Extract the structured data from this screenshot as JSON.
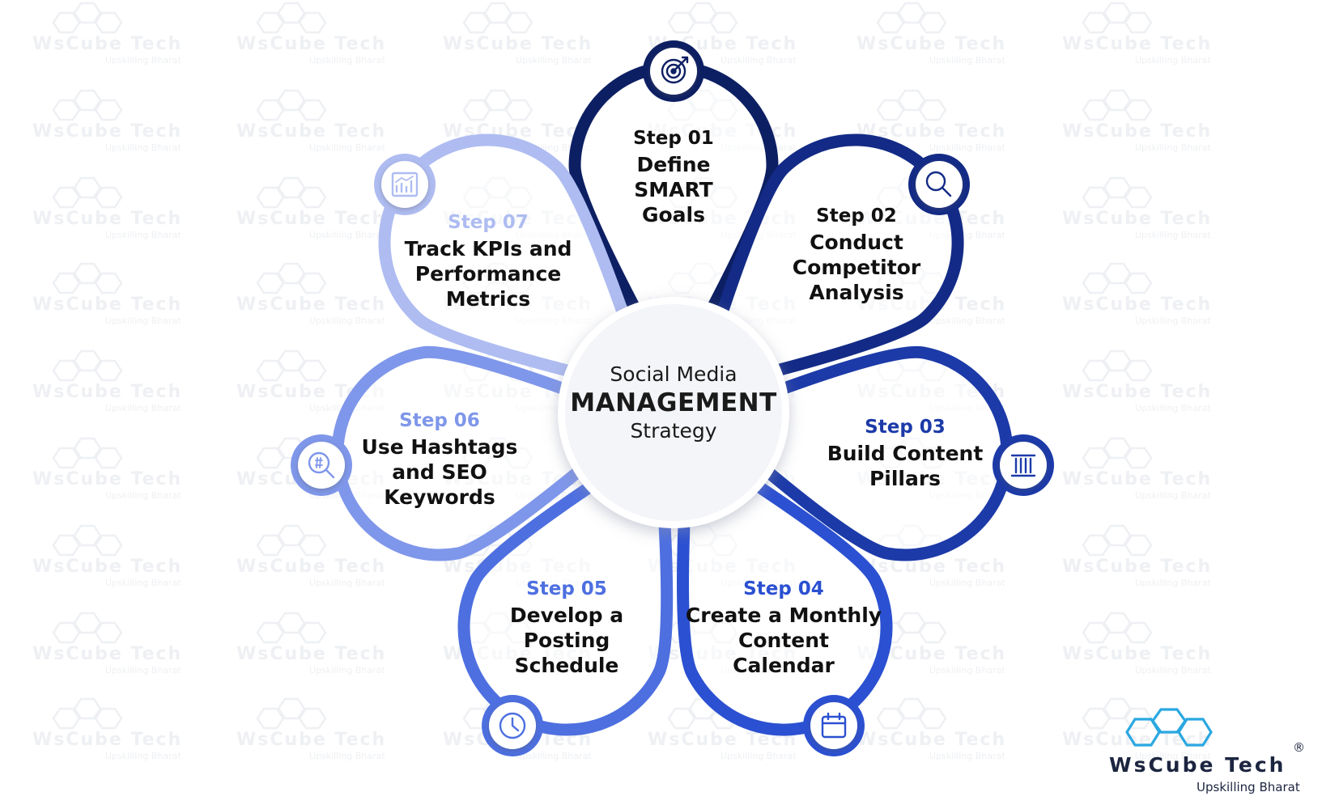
{
  "center": {
    "line1": "Social Media",
    "line2": "MANAGEMENT",
    "line3": "Strategy"
  },
  "steps": [
    {
      "number": "Step 01",
      "title": [
        "Define",
        "SMART",
        "Goals"
      ],
      "icon": "target-icon",
      "color": "#0d1f63"
    },
    {
      "number": "Step 02",
      "title": [
        "Conduct",
        "Competitor",
        "Analysis"
      ],
      "icon": "magnifier-icon",
      "color": "#132b86"
    },
    {
      "number": "Step 03",
      "title": [
        "Build Content",
        "Pillars"
      ],
      "icon": "pillar-icon",
      "color": "#1c3aa8"
    },
    {
      "number": "Step 04",
      "title": [
        "Create a Monthly",
        "Content",
        "Calendar"
      ],
      "icon": "calendar-icon",
      "color": "#2b50d1"
    },
    {
      "number": "Step 05",
      "title": [
        "Develop a",
        "Posting",
        "Schedule"
      ],
      "icon": "clock-icon",
      "color": "#4d6fe0"
    },
    {
      "number": "Step 06",
      "title": [
        "Use Hashtags",
        "and SEO",
        "Keywords"
      ],
      "icon": "hashtag-search-icon",
      "color": "#7f97ea"
    },
    {
      "number": "Step 07",
      "title": [
        "Track KPIs and",
        "Performance",
        "Metrics"
      ],
      "icon": "chart-icon",
      "color": "#aebcf1"
    }
  ],
  "brand": {
    "name": "WsCube Tech",
    "registered": "®",
    "tagline": "Upskilling Bharat"
  },
  "watermark": {
    "name": "WsCube Tech",
    "tagline": "Upskilling Bharat"
  }
}
